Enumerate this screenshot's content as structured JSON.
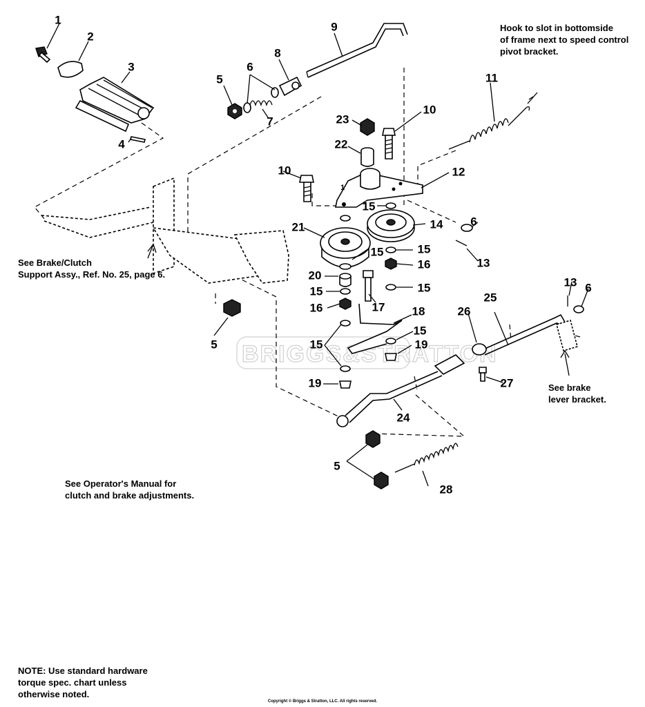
{
  "notes": {
    "hook": "Hook  to slot in bottomside\nof frame next to speed control\npivot bracket.",
    "brake_clutch": "See Brake/Clutch\nSupport Assy., Ref. No. 25, page 6.",
    "brake_lever": "See brake\nlever bracket.",
    "operators_manual": "See Operator's Manual for\nclutch and brake adjustments.",
    "hardware": "NOTE: Use standard hardware\ntorque spec. chart unless\notherwise noted."
  },
  "watermark": "BRIGGS&STRATTON",
  "copyright": "Copyright © Briggs & Stratton, LLC. All rights reserved.",
  "callouts": {
    "c1": "1",
    "c2": "2",
    "c3": "3",
    "c4": "4",
    "c5a": "5",
    "c5b": "5",
    "c5c": "5",
    "c6a": "6",
    "c6b": "6",
    "c6c": "6",
    "c7": "7",
    "c8": "8",
    "c9": "9",
    "c10a": "10",
    "c10b": "10",
    "c11": "11",
    "c12": "12",
    "c13a": "13",
    "c13b": "13",
    "c14": "14",
    "c15a": "15",
    "c15b": "15",
    "c15c": "15",
    "c15d": "15",
    "c15e": "15",
    "c15f": "15",
    "c15g": "15",
    "c16a": "16",
    "c16b": "16",
    "c17": "17",
    "c18": "18",
    "c19a": "19",
    "c19b": "19",
    "c20": "20",
    "c21": "21",
    "c22": "22",
    "c23": "23",
    "c24": "24",
    "c25": "25",
    "c26": "26",
    "c27": "27",
    "c28": "28",
    "c1small": "1"
  }
}
